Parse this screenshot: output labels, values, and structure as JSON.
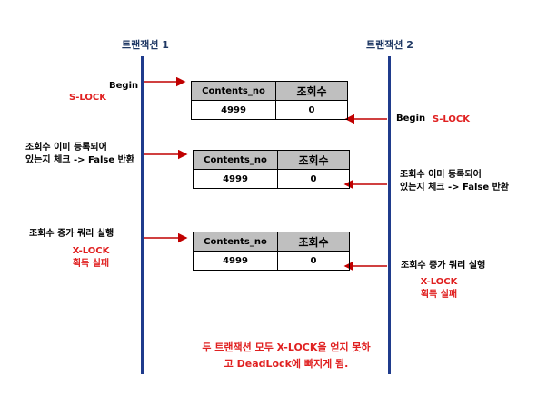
{
  "transactions": {
    "t1_title": "트랜잭션 1",
    "t2_title": "트랜잭션 2"
  },
  "steps": [
    {
      "t1_label": "Begin",
      "t1_lock": "S-LOCK",
      "t2_label": "Begin",
      "t2_lock": "S-LOCK"
    },
    {
      "t1_label_line1": "조회수 이미 등록되어",
      "t1_label_line2": "있는지 체크 -> False 반환",
      "t2_label_line1": "조회수 이미 등록되어",
      "t2_label_line2": "있는지 체크 -> False 반환"
    },
    {
      "t1_label": "조회수 증가 쿼리 실행",
      "t1_lock_line1": "X-LOCK",
      "t1_lock_line2": "획득 실패",
      "t2_label": "조회수 증가 쿼리 실행",
      "t2_lock_line1": "X-LOCK",
      "t2_lock_line2": "획득 실패"
    }
  ],
  "tables": [
    {
      "headers": [
        "Contents_no",
        "조회수"
      ],
      "row": [
        "4999",
        "0"
      ]
    },
    {
      "headers": [
        "Contents_no",
        "조회수"
      ],
      "row": [
        "4999",
        "0"
      ]
    },
    {
      "headers": [
        "Contents_no",
        "조회수"
      ],
      "row": [
        "4999",
        "0"
      ]
    }
  ],
  "conclusion": {
    "line1": "두 트랜잭션 모두 X-LOCK을 얻지 못하",
    "line2": "고 DeadLock에 빠지게 됨."
  },
  "colors": {
    "timeline": "#1f3b8c",
    "arrow": "#c00000",
    "lock_text": "#e02020",
    "header_fill": "#bfbfbf"
  }
}
